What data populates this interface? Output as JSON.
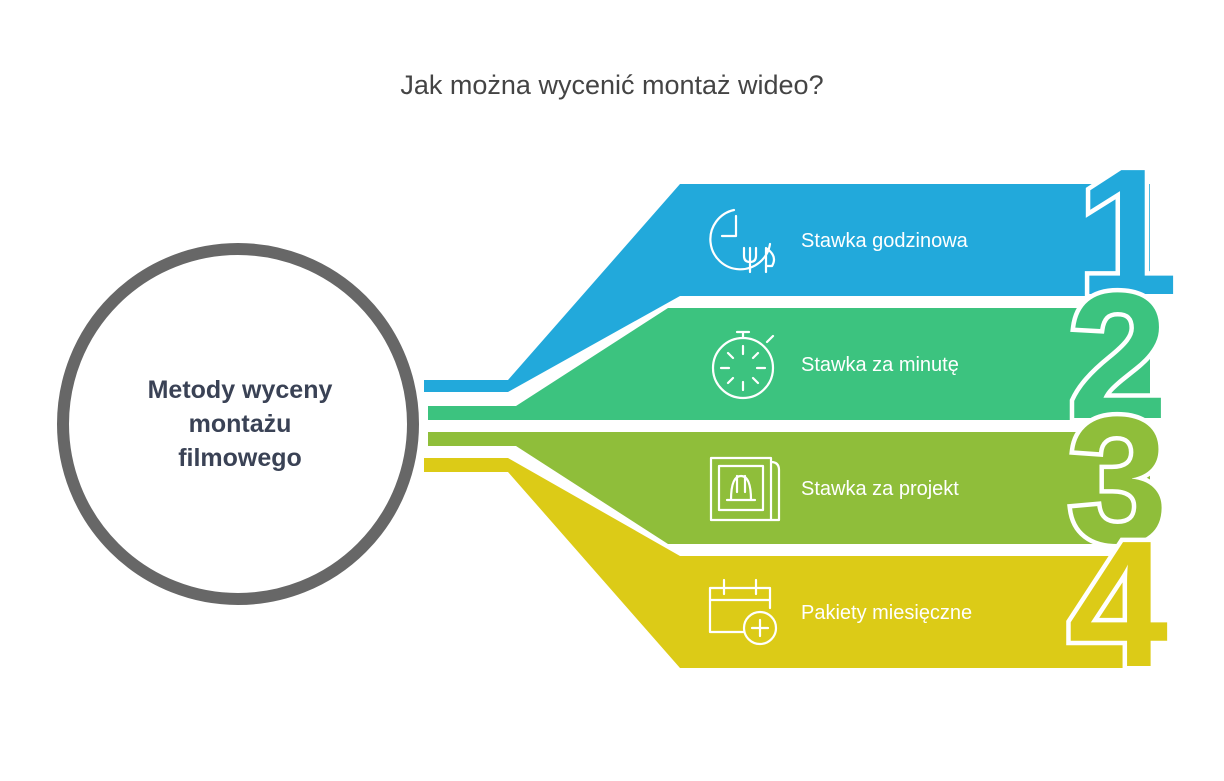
{
  "title": "Jak można wycenić montaż wideo?",
  "center": {
    "lines": [
      "Metody wyceny",
      "montażu",
      "filmowego"
    ]
  },
  "colors": {
    "ring": "#676767",
    "center_text": "#3a4255",
    "title": "#444444"
  },
  "items": [
    {
      "number": "1",
      "label": "Stawka godzinowa",
      "icon": "clock-cutlery-icon",
      "color": "#22a9db"
    },
    {
      "number": "2",
      "label": "Stawka za minutę",
      "icon": "stopwatch-icon",
      "color": "#3cc37f"
    },
    {
      "number": "3",
      "label": "Stawka za projekt",
      "icon": "blueprint-helmet-icon",
      "color": "#8fbe3a"
    },
    {
      "number": "4",
      "label": "Pakiety miesięczne",
      "icon": "calendar-add-icon",
      "color": "#dccb17"
    }
  ]
}
